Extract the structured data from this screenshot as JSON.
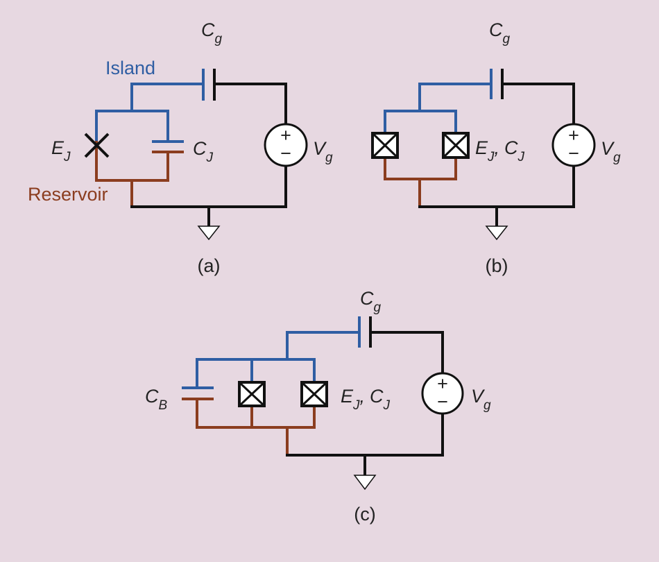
{
  "colors": {
    "background": "#e7d8e1",
    "island": "#2f5ea3",
    "reservoir": "#8b3d1f",
    "wire": "#111111"
  },
  "labels": {
    "island": "Island",
    "reservoir": "Reservoir",
    "c": "C",
    "g": "g",
    "j": "J",
    "b": "B",
    "e": "E",
    "v": "V",
    "comma": ",",
    "plus": "+",
    "minus": "−",
    "panel_a": "(a)",
    "panel_b": "(b)",
    "panel_c": "(c)"
  }
}
